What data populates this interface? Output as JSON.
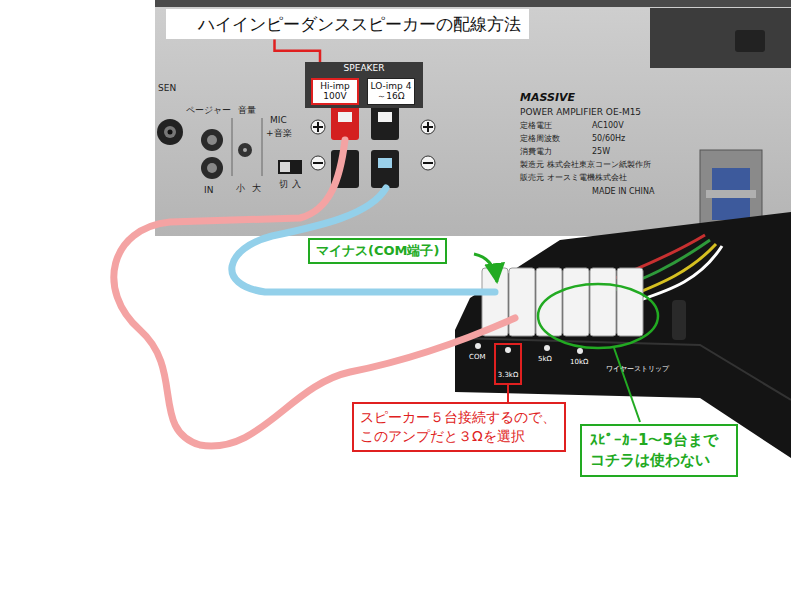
{
  "diagram": {
    "nodes": [
      {
        "text": [
          "ハイインピーダンススピーカーの配線方法"
        ]
      },
      {
        "text": [
          "SPEAKER"
        ]
      },
      {
        "text": [
          "Hi-imp 100V"
        ],
        "in": 1
      },
      {
        "text": [
          "LO-imp 4～16Ω"
        ],
        "in": 1
      },
      {
        "text": [
          "マイナス(COM端子)"
        ]
      },
      {
        "text": [
          "3.3kΩ"
        ]
      },
      {
        "text": [
          "スピーカー５台接続するので、 このアンプだと３Ωを選択"
        ]
      },
      {
        "text": [
          "ｽﾋﾟｰｶｰ1～5台まで コチラは使わない"
        ]
      }
    ],
    "edges": [
      {
        "from": 0,
        "to": 2,
        "arrow": "to"
      },
      {
        "from": 5,
        "to": 6,
        "arrow": "none"
      }
    ],
    "labels": [
      "SEN",
      "ページャー",
      "音量",
      "MIC",
      "+音楽",
      "IN",
      "小",
      "大",
      "切",
      "入",
      "MASSIVE",
      "POWER AMPLIFIER OE-M15",
      "定格電圧",
      "AC100V",
      "定格周波数",
      "50/60Hz",
      "消費電力",
      "25W",
      "製造元 株式会社東京コーン紙製作所",
      "販売元 オースミ電機株式会社",
      "MADE IN CHINA",
      "COM",
      "5kΩ",
      "10kΩ",
      "ワイヤーストリップ"
    ]
  }
}
